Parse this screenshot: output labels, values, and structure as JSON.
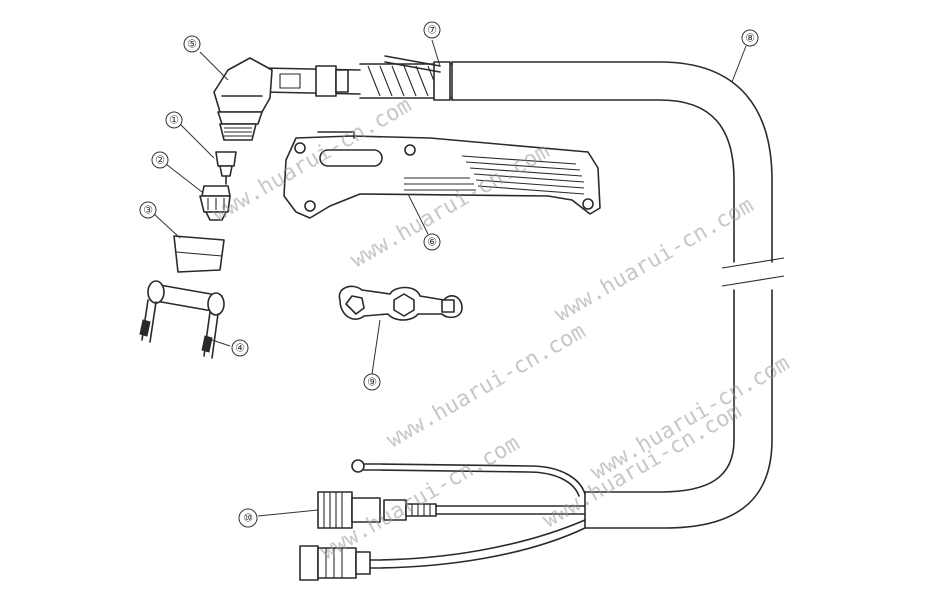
{
  "callouts": [
    {
      "label": "①"
    },
    {
      "label": "②"
    },
    {
      "label": "③"
    },
    {
      "label": "④"
    },
    {
      "label": "⑤"
    },
    {
      "label": "⑥"
    },
    {
      "label": "⑦"
    },
    {
      "label": "⑧"
    },
    {
      "label": "⑨"
    },
    {
      "label": "⑩"
    }
  ],
  "watermark": "www.huarui-cn.com",
  "colors": {
    "line": "#2a2a2a",
    "watermark": "#9a9a9a",
    "background": "#ffffff"
  }
}
